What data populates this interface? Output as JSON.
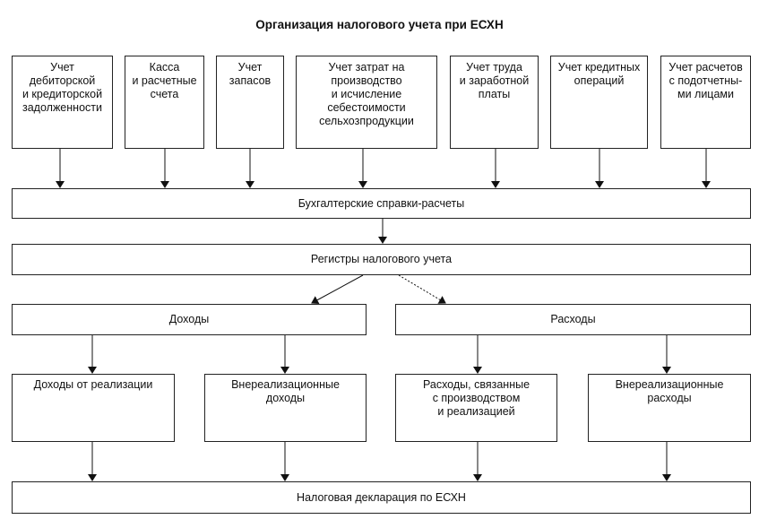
{
  "title": "Организация налогового учета при ЕСХН",
  "top_boxes": [
    "Учет\nдебиторской\nи кредиторской\nзадолженности",
    "Касса\nи расчетные\nсчета",
    "Учет\nзапасов",
    "Учет  затрат на\nпроизводство\nи исчисление\nсебестоимости\nсельхозпродукции",
    "Учет труда\nи заработной\nплаты",
    "Учет кредитных\nопераций",
    "Учет расчетов\nс подотчетны-\nми лицами"
  ],
  "accounting_certificates": "Бухгалтерские справки-расчеты",
  "tax_registers": "Регистры налогового учета",
  "income": "Доходы",
  "expenses": "Расходы",
  "income_sales": "Доходы от реализации",
  "income_nonoperating": "Внереализационные\nдоходы",
  "expenses_production": "Расходы, связанные\nс производством\nи реализацией",
  "expenses_nonoperating": "Внереализационные\nрасходы",
  "tax_declaration": "Налоговая декларация по ЕСХН"
}
